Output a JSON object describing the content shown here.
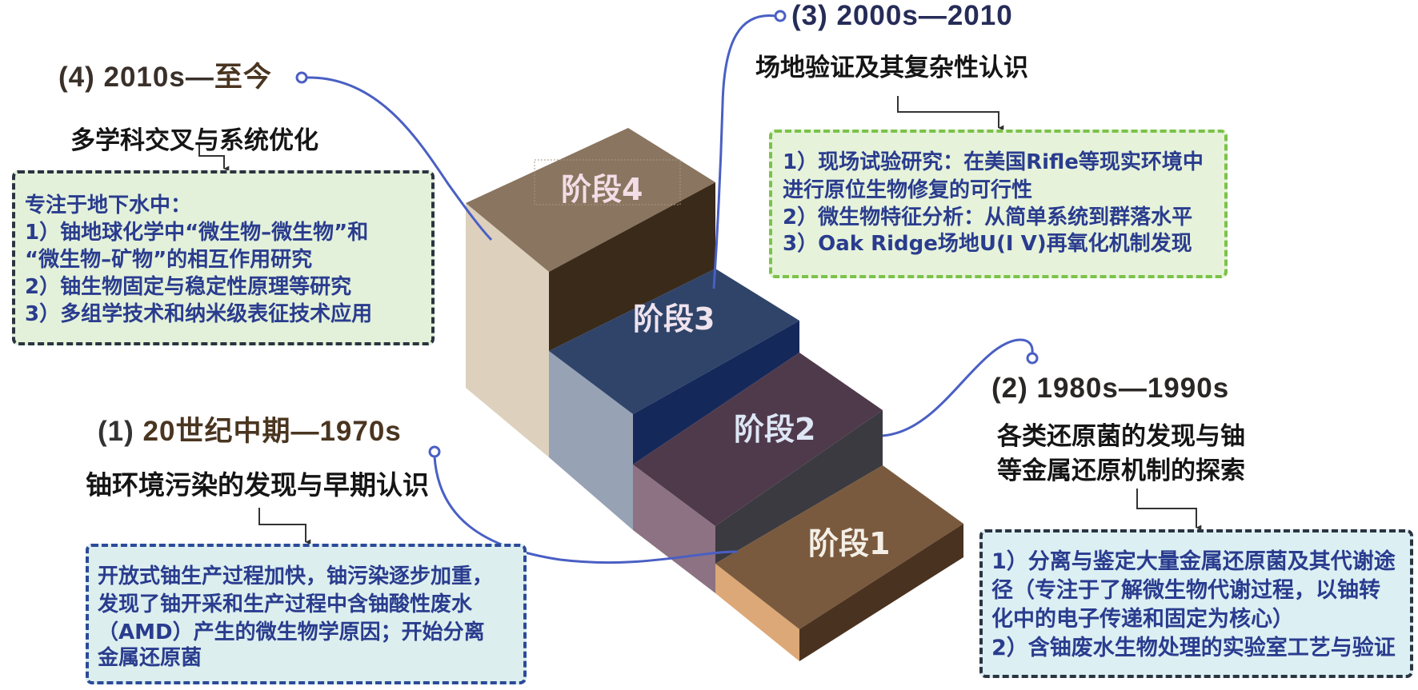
{
  "stages": [
    {
      "label": "阶段1",
      "color": "#f4efe6"
    },
    {
      "label": "阶段2",
      "color": "#dde6f5"
    },
    {
      "label": "阶段3",
      "color": "#efe3ee"
    },
    {
      "label": "阶段4",
      "color": "#f3dde6"
    }
  ],
  "periods": {
    "p1": {
      "number": "(1)",
      "range": "20世纪中期—1970s",
      "subtitle": "铀环境污染的发现与早期认识",
      "lines": [
        "开放式铀生产过程加快，铀污染逐步加重，",
        "发现了铀开采和生产过程中含铀酸性废水",
        "（AMD）产生的微生物学原因；开始分离",
        "金属还原菌"
      ]
    },
    "p2": {
      "title": "(2) 1980s—1990s",
      "subtitle_lines": [
        "各类还原菌的发现与铀",
        "等金属还原机制的探索"
      ],
      "lines": [
        "1）分离与鉴定大量金属还原菌及其代谢途",
        "径（专注于了解微生物代谢过程，以铀转",
        "化中的电子传递和固定为核心）",
        "2）含铀废水生物处理的实验室工艺与验证"
      ]
    },
    "p3": {
      "title": "(3) 2000s—2010",
      "subtitle": "场地验证及其复杂性认识",
      "lines": [
        "1）现场试验研究：在美国Rifle等现实环境中",
        "进行原位生物修复的可行性",
        "2）微生物特征分析：从简单系统到群落水平",
        "3）Oak Ridge场地U(I V)再氧化机制发现"
      ]
    },
    "p4": {
      "title_a": "(4) 2010s—",
      "title_b": "至今",
      "subtitle": "多学科交叉与系统优化",
      "lines": [
        "专注于地下水中：",
        "1）铀地球化学中“微生物–微生物”和",
        "“微生物–矿物”的相互作用研究",
        "2）铀生物固定与稳定性原理等研究",
        "3）多组学技术和纳米级表征技术应用"
      ]
    }
  },
  "colors": {
    "connector": "#4a5fc4",
    "text_blue": "#2a3c8e",
    "box_green_border": "#7cc24a",
    "box_dark_border": "#2b3440",
    "box_blue_border": "#2c4a9a"
  }
}
